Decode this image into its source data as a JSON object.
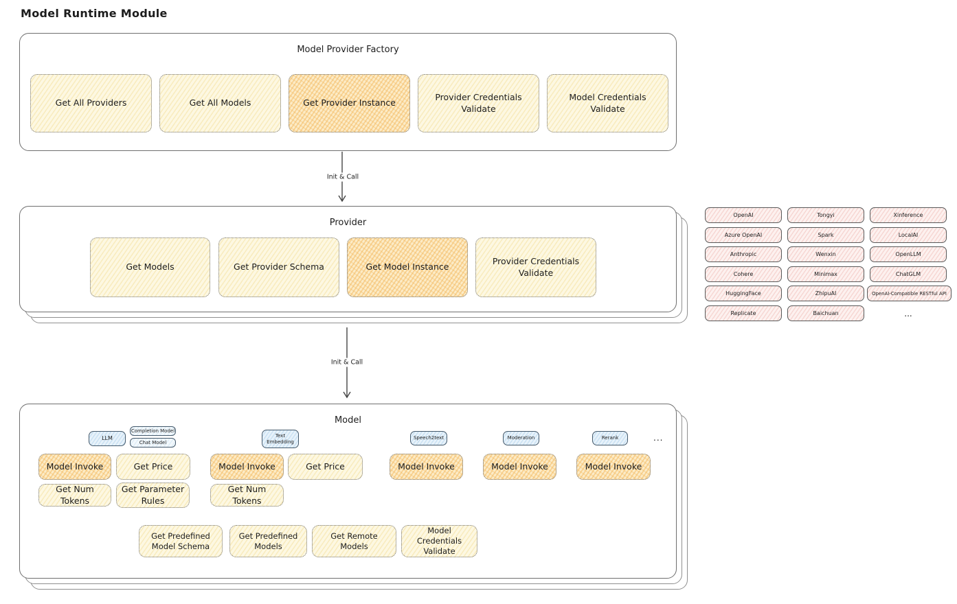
{
  "title": "Model Runtime Module",
  "arrows": {
    "first": "Init & Call",
    "second": "Init & Call"
  },
  "factory": {
    "title": "Model Provider Factory",
    "items": [
      {
        "label": "Get All Providers",
        "highlight": false
      },
      {
        "label": "Get All Models",
        "highlight": false
      },
      {
        "label": "Get Provider Instance",
        "highlight": true
      },
      {
        "label": "Provider Credentials Validate",
        "highlight": false
      },
      {
        "label": "Model Credentials Validate",
        "highlight": false
      }
    ]
  },
  "provider": {
    "title": "Provider",
    "items": [
      {
        "label": "Get Models",
        "highlight": false
      },
      {
        "label": "Get Provider Schema",
        "highlight": false
      },
      {
        "label": "Get Model Instance",
        "highlight": true
      },
      {
        "label": "Provider Credentials Validate",
        "highlight": false
      }
    ]
  },
  "providers_grid": {
    "rows": [
      [
        "OpenAI",
        "Tongyi",
        "Xinference"
      ],
      [
        "Azure OpenAI",
        "Spark",
        "LocalAI"
      ],
      [
        "Anthropic",
        "Wenxin",
        "OpenLLM"
      ],
      [
        "Cohere",
        "Minimax",
        "ChatGLM"
      ],
      [
        "HuggingFace",
        "ZhipuAI",
        "OpenAI-Compatible RESTful API"
      ],
      [
        "Replicate",
        "Baichuan",
        "..."
      ]
    ]
  },
  "model": {
    "title": "Model",
    "types_ellipsis": "...",
    "llm": {
      "chip": "LLM",
      "subchips": [
        "Completion Model",
        "Chat Model"
      ],
      "invoke": {
        "label": "Model Invoke",
        "highlight": true
      },
      "get_price": {
        "label": "Get Price",
        "highlight": false
      },
      "get_num_tokens": {
        "label": "Get Num Tokens",
        "highlight": false
      },
      "get_parameter_rules": {
        "label": "Get Parameter Rules",
        "highlight": false
      }
    },
    "text_embedding": {
      "chip": "Text Embedding",
      "invoke": {
        "label": "Model Invoke",
        "highlight": true
      },
      "get_price": {
        "label": "Get Price",
        "highlight": false
      },
      "get_num_tokens": {
        "label": "Get Num Tokens",
        "highlight": false
      }
    },
    "speech2text": {
      "chip": "Speech2text",
      "invoke": {
        "label": "Model Invoke",
        "highlight": true
      }
    },
    "moderation": {
      "chip": "Moderation",
      "invoke": {
        "label": "Model Invoke",
        "highlight": true
      }
    },
    "rerank": {
      "chip": "Rerank",
      "invoke": {
        "label": "Model Invoke",
        "highlight": true
      }
    },
    "bottom_items": [
      "Get Predefined Model Schema",
      "Get Predefined Models",
      "Get Remote Models",
      "Model Credentials Validate"
    ]
  },
  "colors": {
    "yellow_box_fill": "#fdf8e2",
    "yellow_hatch": "#f0d687",
    "highlight_box_fill": "#fcecc8",
    "highlight_hatch": "#f2b558",
    "provider_chip_fill": "#fdf1ef",
    "provider_chip_hatch": "#edb0aa",
    "type_chip_fill": "#e7f2fa",
    "type_chip_hatch": "#a8cde9",
    "stroke": "#555555"
  }
}
